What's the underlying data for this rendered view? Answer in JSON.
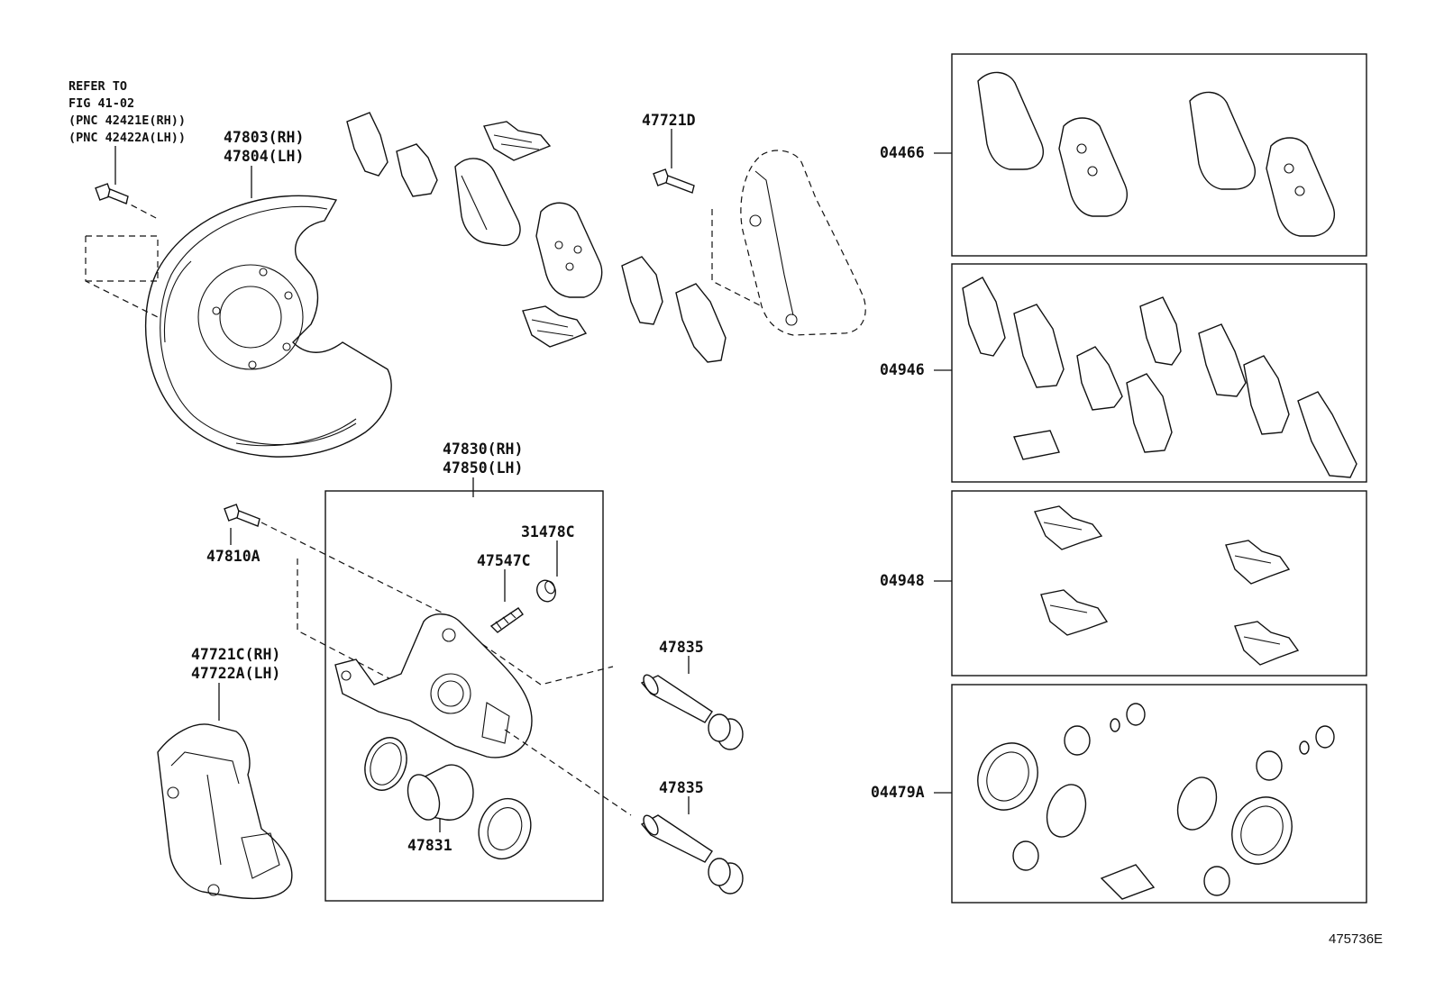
{
  "refer_note": {
    "line1": "REFER TO",
    "line2": "FIG 41-02",
    "line3": "(PNC 42421E(RH))",
    "line4": "(PNC 42422A(LH))"
  },
  "callouts": {
    "dust_cover_rh": "47803(RH)",
    "dust_cover_lh": "47804(LH)",
    "bolt_47721d": "47721D",
    "caliper_rh": "47830(RH)",
    "caliper_lh": "47850(LH)",
    "bolt_47810a": "47810A",
    "cap_31478c": "31478C",
    "bleeder_47547c": "47547C",
    "pin_47835_upper": "47835",
    "pin_47835_lower": "47835",
    "mounting_rh": "47721C(RH)",
    "mounting_lh": "47722A(LH)",
    "piston_47831": "47831"
  },
  "kits": [
    {
      "code": "04466"
    },
    {
      "code": "04946"
    },
    {
      "code": "04948"
    },
    {
      "code": "04479A"
    }
  ],
  "illustration_id": "475736E"
}
